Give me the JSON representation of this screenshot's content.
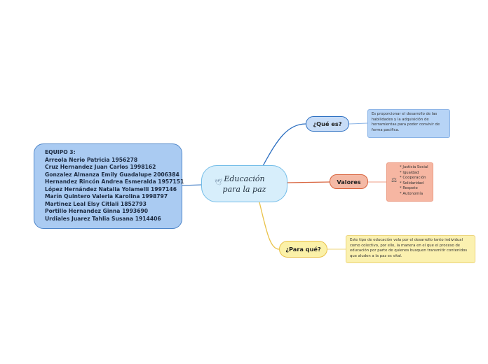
{
  "central": {
    "line1": "Educación",
    "line2": "para la paz"
  },
  "team": {
    "lines": [
      "EQUIPO 3:",
      "Arreola Nerio Patricia 1956278",
      "Cruz Hernandez Juan Carlos 1998162",
      "Gonzalez Almanza Emily Guadalupe 2006384",
      "Hernandez Rincón Andrea Esmeralda 1957151",
      "López Hernández Natalia Yolamelli 1997146",
      "Marín Quintero Valeria Karolina 1998797",
      "Martinez Leal Elsy Citlali 1852793",
      "Portillo Hernandez Ginna 1993690",
      "Urdiales Juarez Tahlia Susana 1914406"
    ]
  },
  "branches": {
    "que_es": {
      "label": "¿Qué es?",
      "note": "Es proporcionar el desarrollo de las habilidades y la adquisición de herramientas para poder convivir de forma pacífica."
    },
    "valores": {
      "label": "Valores",
      "items": [
        "* Justicia Social",
        "* Igualdad",
        "* Cooperación",
        "* Solidaridad",
        "* Respeto",
        "* Autonomía"
      ]
    },
    "para_que": {
      "label": "¿Para qué?",
      "note": "Este tipo de educación vela por el desarrollo tanto individual como colectivo, por ello, la manera en el que el proceso de educación por parte de quienes busquen transmitir contenidos que aluden a la paz es vital."
    }
  },
  "colors": {
    "team_fill": "#aacbf2",
    "central_fill": "#d7eefb",
    "que_es_line": "#2c6fc1",
    "valores_line": "#d8633d",
    "para_que_line": "#e9c24a"
  },
  "icons": {
    "central": "dove-icon",
    "valores": "scale-icon"
  }
}
